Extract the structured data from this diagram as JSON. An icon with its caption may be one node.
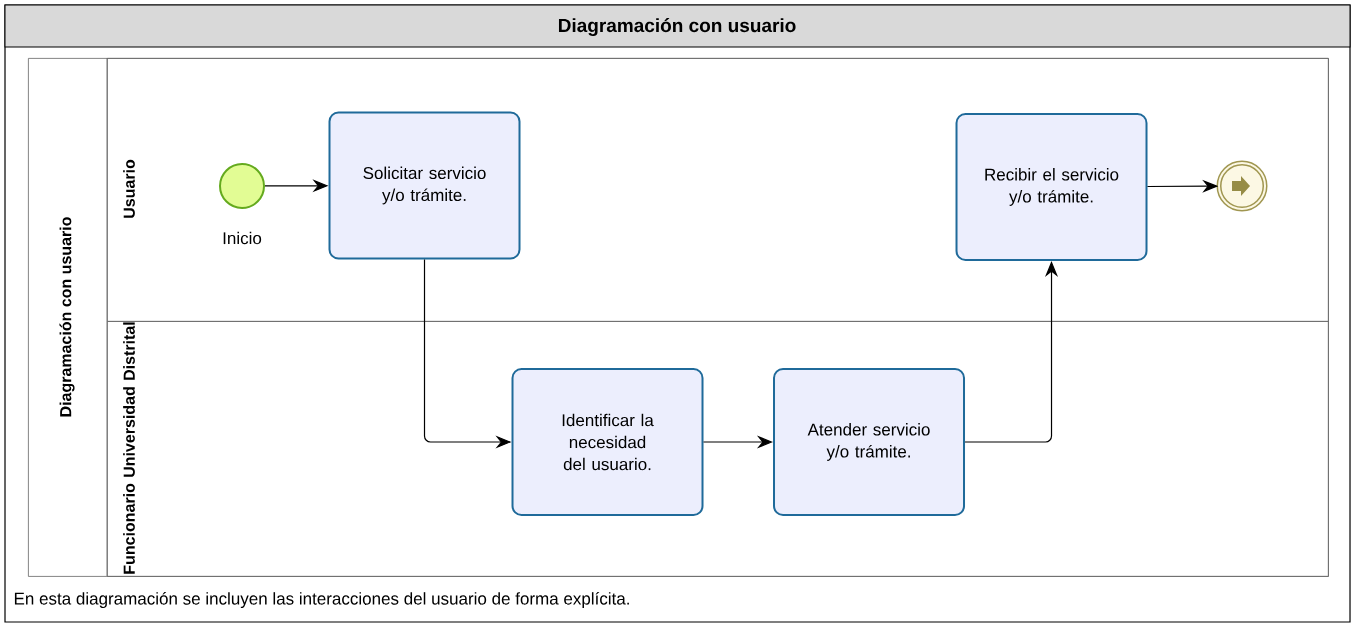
{
  "diagram": {
    "title": "Diagramación con usuario",
    "caption": "En esta diagramación se incluyen las interacciones del usuario de forma explícita.",
    "nodes": [
      {
        "text": [
          "Diagramación con usuario"
        ]
      },
      {
        "text": [
          "Usuario"
        ],
        "in": 0
      },
      {
        "text": [
          "Funcionario Universidad Distrital"
        ],
        "in": 0
      },
      {
        "text": [],
        "shape": "circle",
        "beside": [
          "Inicio"
        ],
        "in": 1
      },
      {
        "text": [
          "Solicitar servicio y/o trámite."
        ],
        "in": 1
      },
      {
        "text": [
          "Recibir el servicio y/o trámite."
        ],
        "in": 1
      },
      {
        "text": [],
        "shape": "circle",
        "in": 1
      },
      {
        "text": [
          "Identificar la necesidad del usuario."
        ],
        "in": 2
      },
      {
        "text": [
          "Atender servicio y/o trámite."
        ],
        "in": 2
      }
    ],
    "edges": [
      {
        "from": 3,
        "to": 4,
        "arrow": "to"
      },
      {
        "from": 4,
        "to": 7,
        "arrow": "to"
      },
      {
        "from": 7,
        "to": 8,
        "arrow": "to"
      },
      {
        "from": 8,
        "to": 5,
        "arrow": "to"
      },
      {
        "from": 5,
        "to": 6,
        "arrow": "to"
      }
    ]
  }
}
